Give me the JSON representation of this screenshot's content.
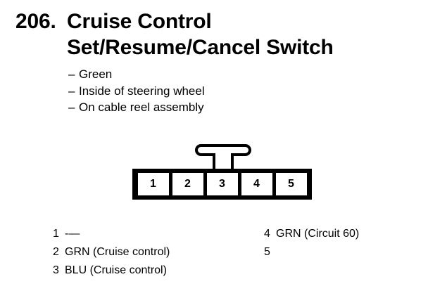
{
  "title": {
    "number": "206.",
    "line1": "Cruise Control",
    "line2": "Set/Resume/Cancel Switch"
  },
  "specs": {
    "dash": "–",
    "items": [
      "Green",
      "Inside of steering wheel",
      "On cable reel assembly"
    ]
  },
  "connector": {
    "cavities": [
      "1",
      "2",
      "3",
      "4",
      "5"
    ],
    "latch_label": "latch-tab"
  },
  "legend": {
    "left": [
      {
        "pin": "1",
        "desc": "-—"
      },
      {
        "pin": "2",
        "desc": "GRN (Cruise control)"
      },
      {
        "pin": "3",
        "desc": "BLU (Cruise control)"
      }
    ],
    "right": [
      {
        "pin": "4",
        "desc": "GRN (Circuit 60)"
      },
      {
        "pin": "5",
        "desc": ""
      }
    ]
  },
  "colors": {
    "ink": "#000000",
    "paper": "#ffffff"
  }
}
